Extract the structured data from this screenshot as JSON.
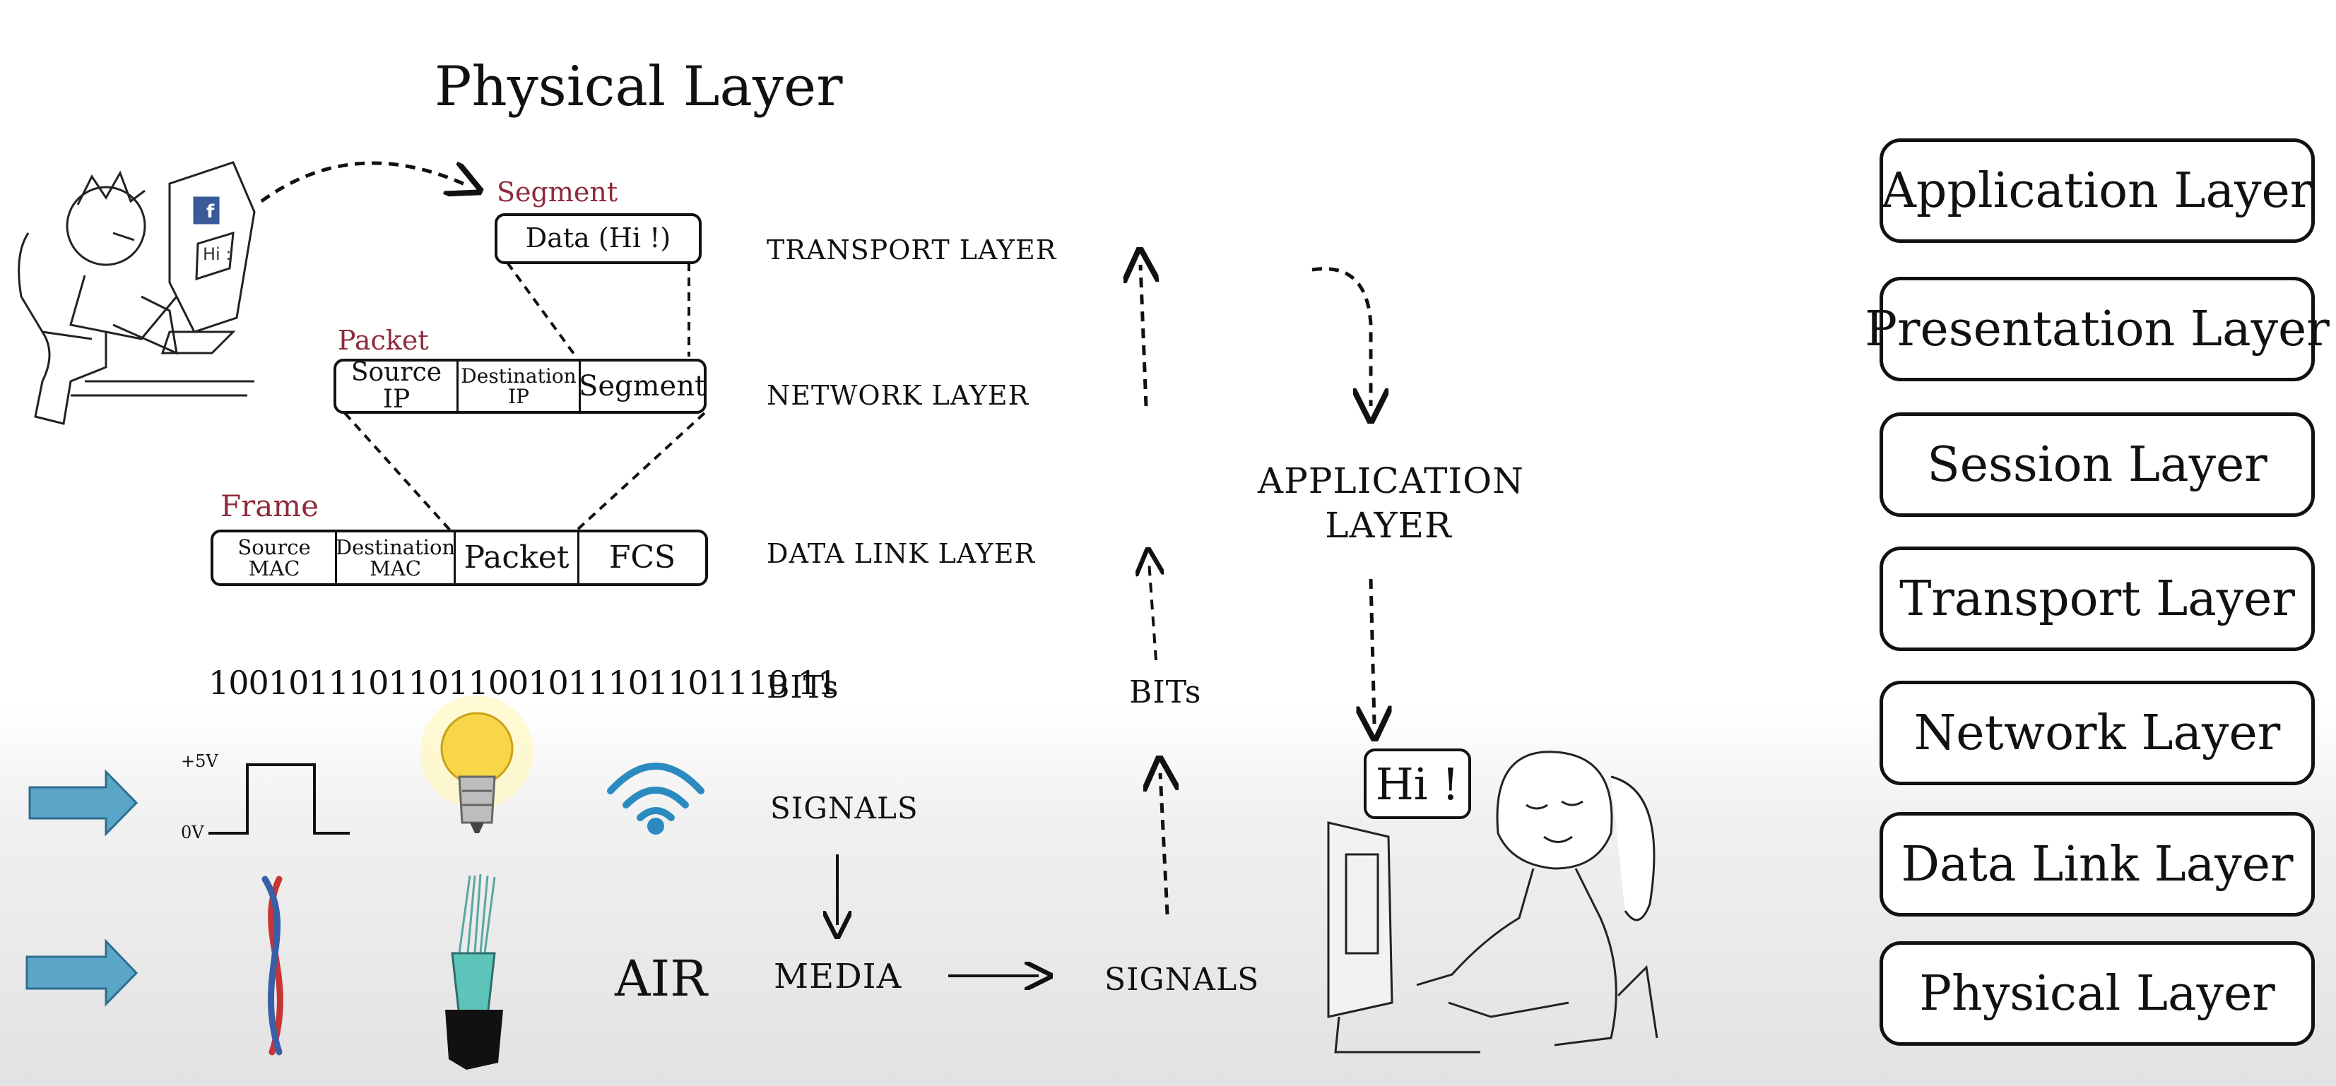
{
  "title": "Physical Layer",
  "labels": {
    "segment": "Segment",
    "packet": "Packet",
    "frame": "Frame"
  },
  "segment_box": {
    "data": "Data (Hi !)"
  },
  "packet_box": {
    "source_ip": "Source IP",
    "destination_ip": "Destination IP",
    "segment": "Segment"
  },
  "frame_box": {
    "source_mac": "Source MAC",
    "destination_mac": "Destination MAC",
    "packet": "Packet",
    "fcs": "FCS"
  },
  "bits_string": "10010111011011001011101101110 11",
  "layers_middle": {
    "transport": "TRANSPORT LAYER",
    "network": "NETWORK LAYER",
    "data_link": "DATA LINK LAYER",
    "bits": "BITs",
    "signals": "SIGNALS",
    "media": "MEDIA"
  },
  "signal_levels": {
    "high": "+5V",
    "low": "0V"
  },
  "air": "AIR",
  "receiver": {
    "application_layer": "APPLICATION LAYER",
    "bits": "BITs",
    "signals": "SIGNALS",
    "greeting": "Hi !"
  },
  "screen_text": "Hi :",
  "screen_icon": "f",
  "osi_stack": [
    "Application Layer",
    "Presentation Layer",
    "Session Layer",
    "Transport Layer",
    "Network Layer",
    "Data Link Layer",
    "Physical Layer"
  ],
  "colors": {
    "frame_label": "#8e2b3c",
    "arrow_fill": "#5ba6c8",
    "bulb": "#f7d64a"
  },
  "icons": [
    "person-at-computer-icon",
    "lightbulb-icon",
    "wifi-icon",
    "twisted-pair-cable-icon",
    "fiber-optic-cable-icon",
    "woman-at-computer-icon",
    "right-arrow-icon"
  ]
}
